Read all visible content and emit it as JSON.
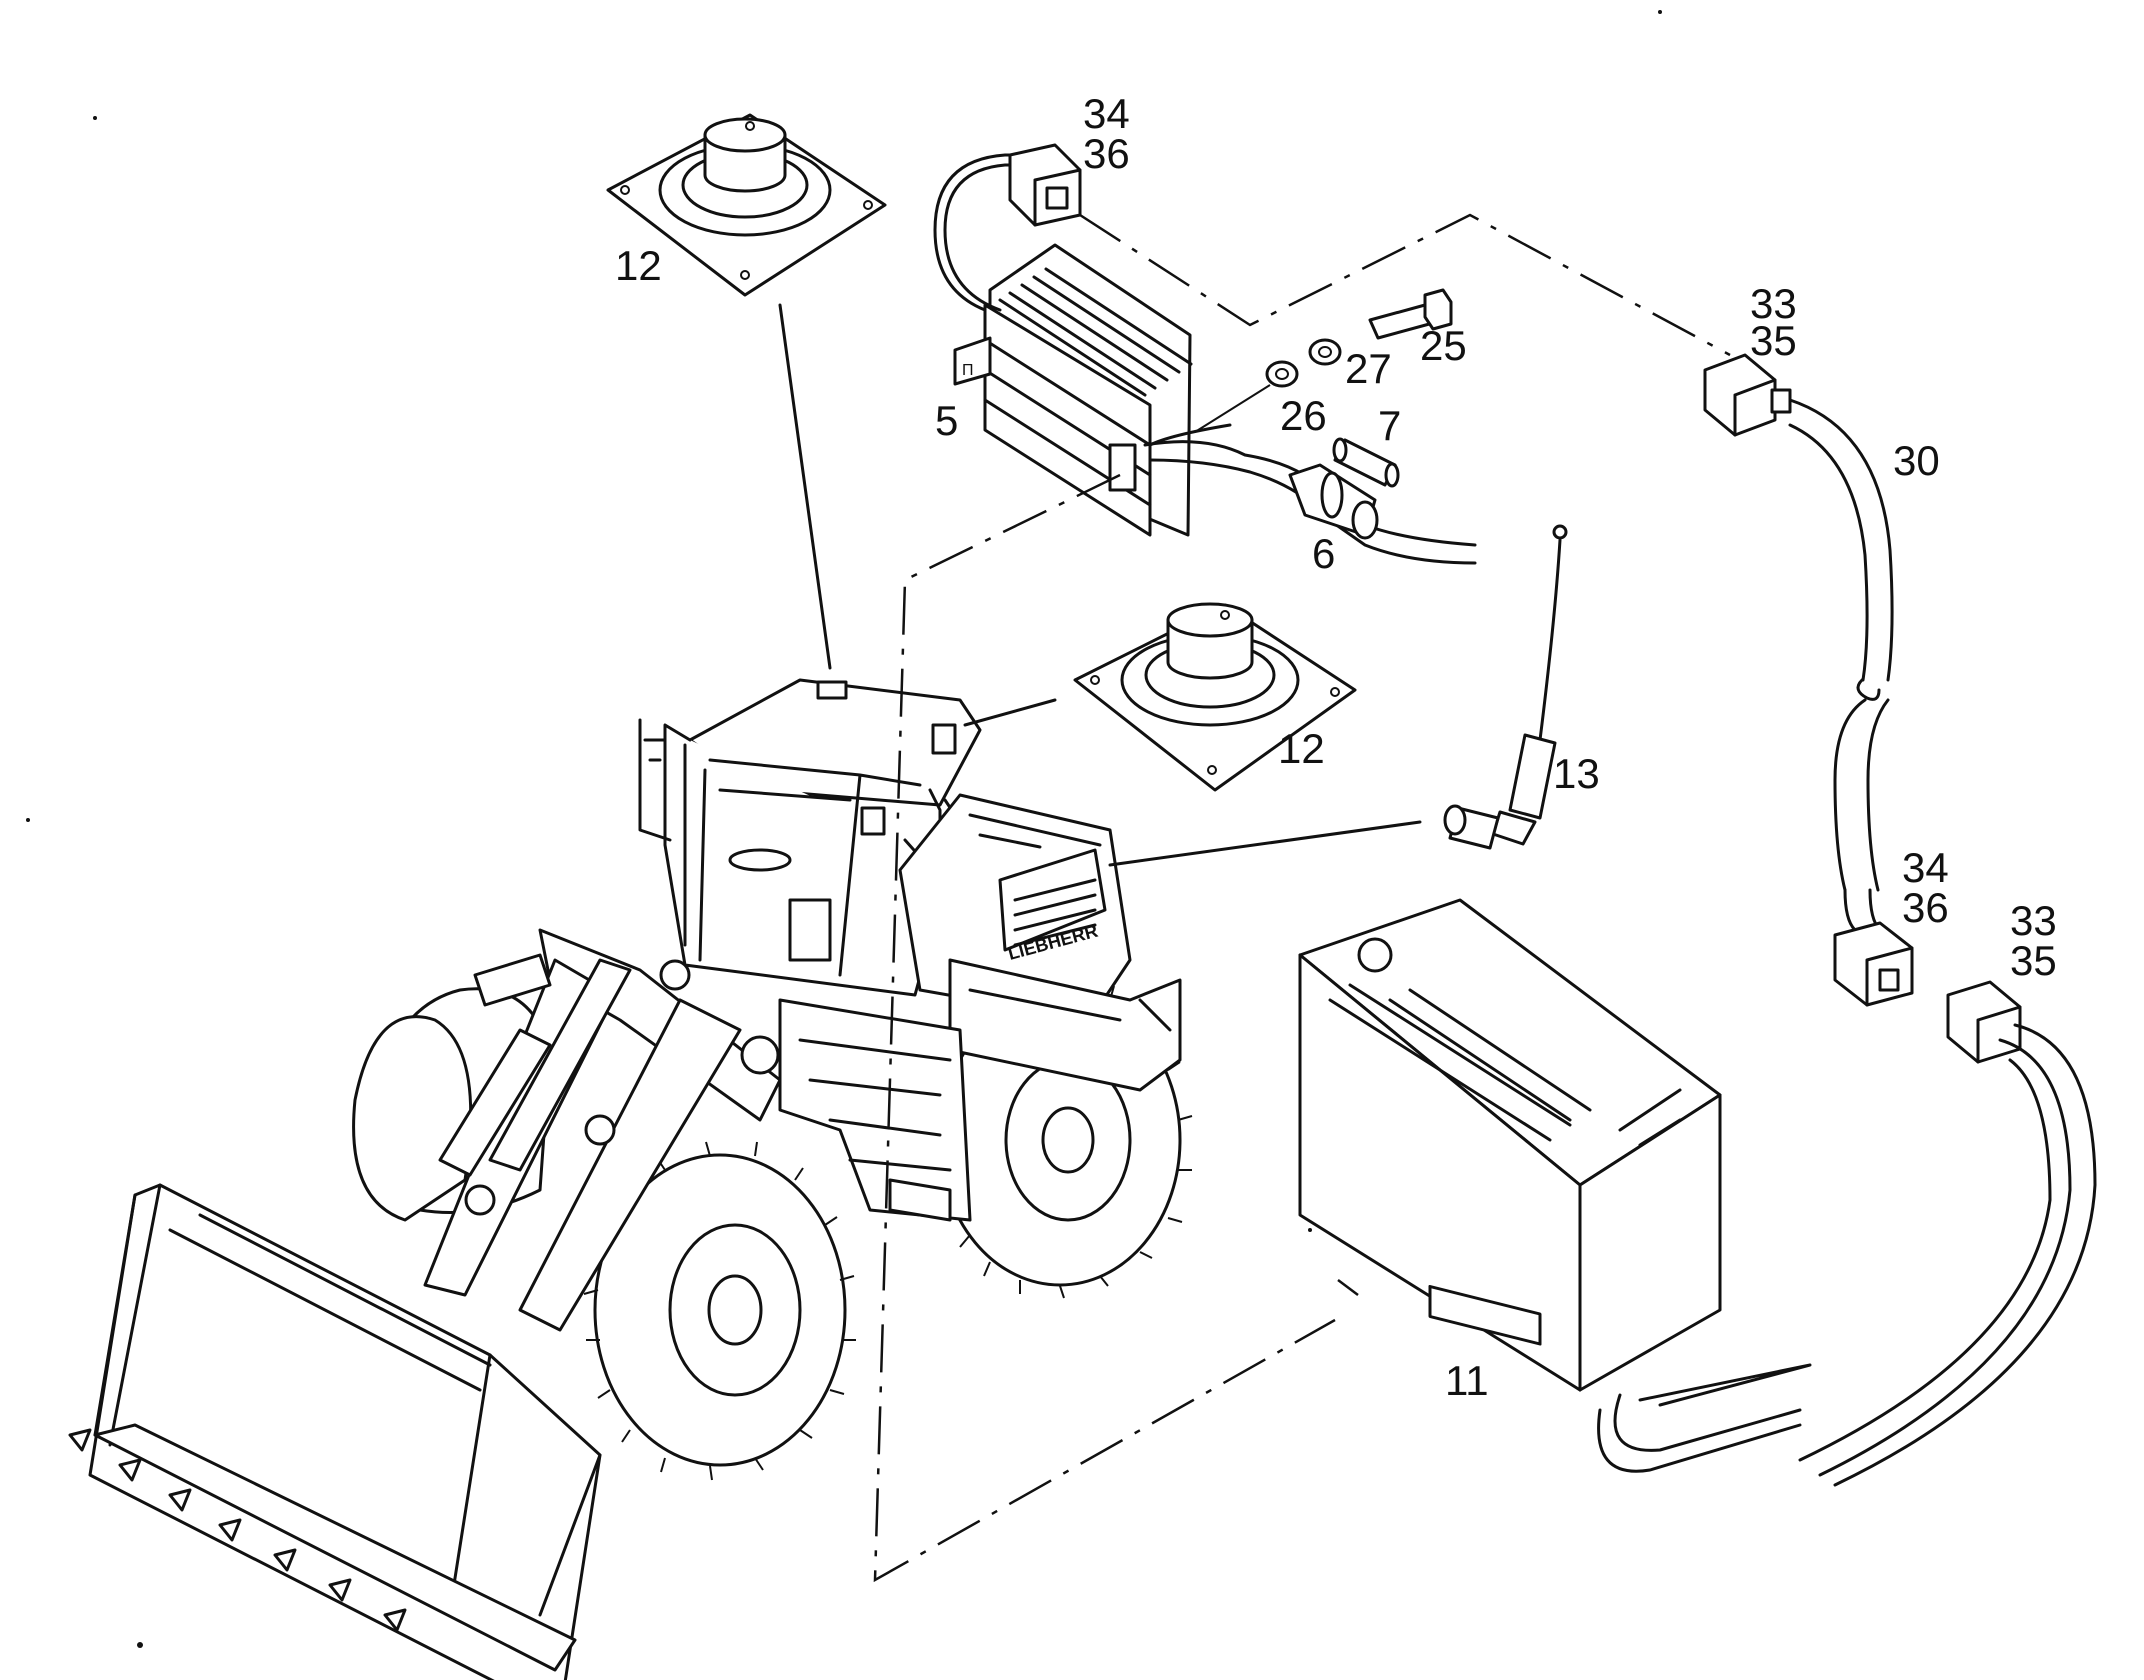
{
  "callouts": {
    "item_12a": "12",
    "item_12b": "12",
    "item_34_36a": {
      "top": "34",
      "bottom": "36"
    },
    "item_5": "5",
    "item_25": "25",
    "item_27": "27",
    "item_26": "26",
    "item_7": "7",
    "item_6": "6",
    "item_33_35a": {
      "top": "33",
      "bottom": "35"
    },
    "item_30": "30",
    "item_13": "13",
    "item_34_36b": {
      "top": "34",
      "bottom": "36"
    },
    "item_33_35b": {
      "top": "33",
      "bottom": "35"
    },
    "item_11": "11"
  },
  "parts": [
    "speaker-roof",
    "speaker-side",
    "radio-regulator",
    "connector-34-36-top",
    "bolt-25",
    "washer-27",
    "washer-26",
    "fuse-7",
    "fuse-holder-6",
    "connector-33-35-top",
    "cable-30",
    "antenna-13",
    "connector-34-36-bottom",
    "connector-33-35-bottom",
    "radio-11",
    "wheel-loader"
  ]
}
